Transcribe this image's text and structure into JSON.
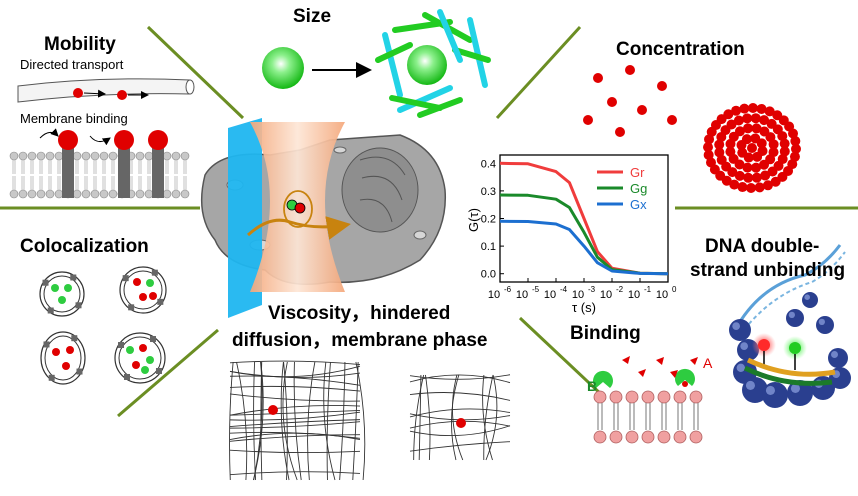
{
  "labels": {
    "mobility": "Mobility",
    "directed_transport": "Directed transport",
    "membrane_binding": "Membrane binding",
    "size": "Size",
    "concentration": "Concentration",
    "colocalization": "Colocalization",
    "dna_line1": "DNA double-",
    "dna_line2": "strand unbinding",
    "viscosity_line1": "Viscosity，hindered",
    "viscosity_line2": "diffusion，membrane phase",
    "binding": "Binding",
    "binding_b": "B",
    "binding_a": "A"
  },
  "colors": {
    "divider": "#6b8e23",
    "particle_green": "#2ecc40",
    "particle_red": "#e00000",
    "cyan_rods": "#22d3e6",
    "green_rods": "#22cc22",
    "cell_gray": "#a6a6a6",
    "beam": "#f7c8a8",
    "blue_sheet": "#1fb6f0",
    "arrow_orange": "#c8830f"
  },
  "chart_data": {
    "type": "line",
    "xscale": "log",
    "xlabel": "τ (s)",
    "ylabel": "G(τ)",
    "xlim": [
      1e-06,
      1
    ],
    "ylim": [
      -0.03,
      0.43
    ],
    "x_ticks": [
      "10",
      "10",
      "10",
      "10",
      "10",
      "10",
      "10"
    ],
    "x_tick_exps": [
      "-6",
      "-5",
      "-4",
      "-3",
      "-2",
      "-1",
      "0"
    ],
    "x_tick_values": [
      1e-06,
      1e-05,
      0.0001,
      0.001,
      0.01,
      0.1,
      1
    ],
    "y_ticks": [
      "0.0",
      "0.1",
      "0.2",
      "0.3",
      "0.4"
    ],
    "y_tick_values": [
      0.0,
      0.1,
      0.2,
      0.3,
      0.4
    ],
    "legend_position": "top-right",
    "series": [
      {
        "name": "Gr",
        "color": "#f03c3c",
        "x": [
          1e-06,
          1e-05,
          0.0001,
          0.0003,
          0.001,
          0.003,
          0.01,
          0.1,
          1
        ],
        "values": [
          0.4,
          0.398,
          0.37,
          0.33,
          0.2,
          0.08,
          0.02,
          0.002,
          0.0
        ]
      },
      {
        "name": "Gg",
        "color": "#1a8a2a",
        "x": [
          1e-06,
          1e-05,
          0.0001,
          0.0003,
          0.001,
          0.003,
          0.01,
          0.1,
          1
        ],
        "values": [
          0.285,
          0.284,
          0.27,
          0.24,
          0.15,
          0.06,
          0.015,
          0.002,
          0.0
        ]
      },
      {
        "name": "Gx",
        "color": "#1c6fd0",
        "x": [
          1e-06,
          1e-05,
          0.0001,
          0.0003,
          0.001,
          0.003,
          0.01,
          0.1,
          1
        ],
        "values": [
          0.19,
          0.189,
          0.18,
          0.16,
          0.1,
          0.04,
          0.01,
          0.001,
          0.0
        ]
      }
    ]
  }
}
